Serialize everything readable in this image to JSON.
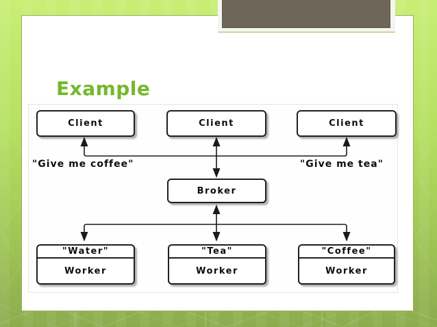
{
  "slide": {
    "title": "Example"
  },
  "decor": {
    "top_picture_box": "dark-taupe-rectangle",
    "dark_box_color": "#6e6659",
    "border_green_top": "#c9ee76",
    "border_green_bottom": "#8cab4e",
    "title_color": "#76b82c",
    "line_color": "#1a1a1a"
  },
  "diagram": {
    "clients": [
      {
        "label": "Client"
      },
      {
        "label": "Client"
      },
      {
        "label": "Client"
      }
    ],
    "broker": {
      "label": "Broker"
    },
    "messages": [
      {
        "text": "\"Give me coffee\""
      },
      {
        "text": "\"Give me tea\""
      }
    ],
    "workers": [
      {
        "name": "\"Water\"",
        "role": "Worker"
      },
      {
        "name": "\"Tea\"",
        "role": "Worker"
      },
      {
        "name": "\"Coffee\"",
        "role": "Worker"
      }
    ]
  }
}
